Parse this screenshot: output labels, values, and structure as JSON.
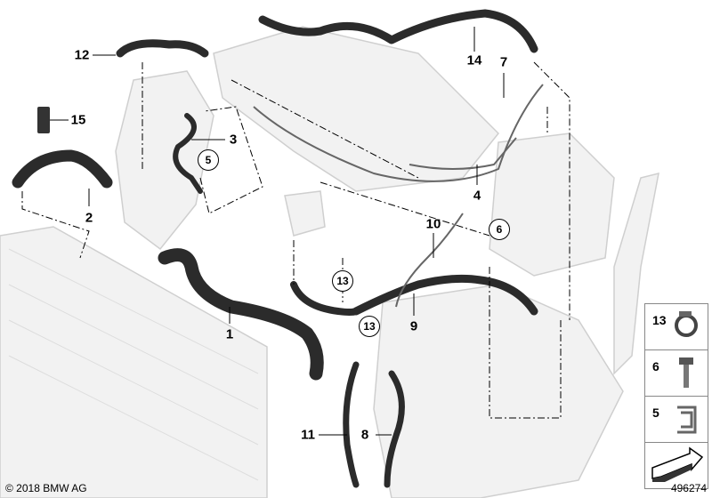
{
  "callouts": [
    {
      "id": "12",
      "style": "plain"
    },
    {
      "id": "14",
      "style": "plain"
    },
    {
      "id": "7",
      "style": "plain"
    },
    {
      "id": "15",
      "style": "plain"
    },
    {
      "id": "3",
      "style": "plain"
    },
    {
      "id": "5",
      "style": "circled"
    },
    {
      "id": "2",
      "style": "plain"
    },
    {
      "id": "4",
      "style": "plain"
    },
    {
      "id": "6",
      "style": "circled"
    },
    {
      "id": "10",
      "style": "plain"
    },
    {
      "id": "13",
      "style": "circled"
    },
    {
      "id": "13",
      "style": "circled"
    },
    {
      "id": "9",
      "style": "plain"
    },
    {
      "id": "1",
      "style": "plain"
    },
    {
      "id": "11",
      "style": "plain"
    },
    {
      "id": "8",
      "style": "plain"
    }
  ],
  "legend": [
    {
      "id": "13",
      "icon": "hose-clamp-icon"
    },
    {
      "id": "6",
      "icon": "bolt-icon"
    },
    {
      "id": "5",
      "icon": "clip-icon"
    },
    {
      "id": "",
      "icon": "direction-arrow-icon"
    }
  ],
  "footer": {
    "copyright": "© 2018 BMW AG",
    "diagram_number": "496274"
  },
  "colors": {
    "hose": "#2b2b2b",
    "part_outline": "#c8c8c8",
    "background": "#ffffff"
  }
}
